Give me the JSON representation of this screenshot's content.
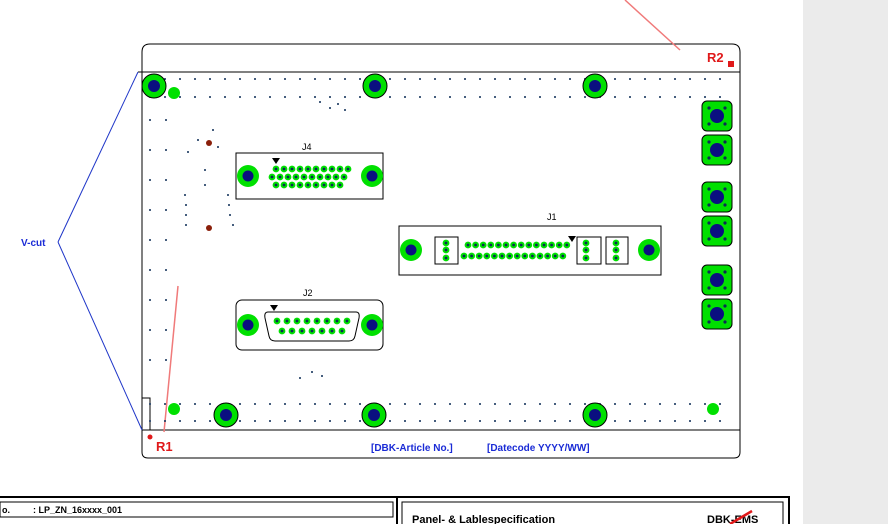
{
  "labels": {
    "r2": "R2",
    "r1": "R1",
    "vcut": "V-cut",
    "j4": "J4",
    "j1": "J1",
    "j2": "J2",
    "article_no": "[DBK-Article No.]",
    "datecode": "[Datecode YYYY/WW]"
  },
  "title_block": {
    "doc_no_prefix": "o.",
    "doc_no": ": LP_ZN_16xxxx_001",
    "title": "Panel- & Lablespecification",
    "company": "DBK-EMS"
  },
  "colors": {
    "outline": "#000000",
    "pad_green": "#00e000",
    "pad_core": "#0a0f80",
    "marker_red": "#e0191a",
    "vcut_blue": "#1e35c8",
    "text_blue": "#1a2bd6",
    "arrow_pink": "#f07a7a",
    "via_dark": "#0b2b55",
    "brown_dot": "#8a1f0a"
  }
}
